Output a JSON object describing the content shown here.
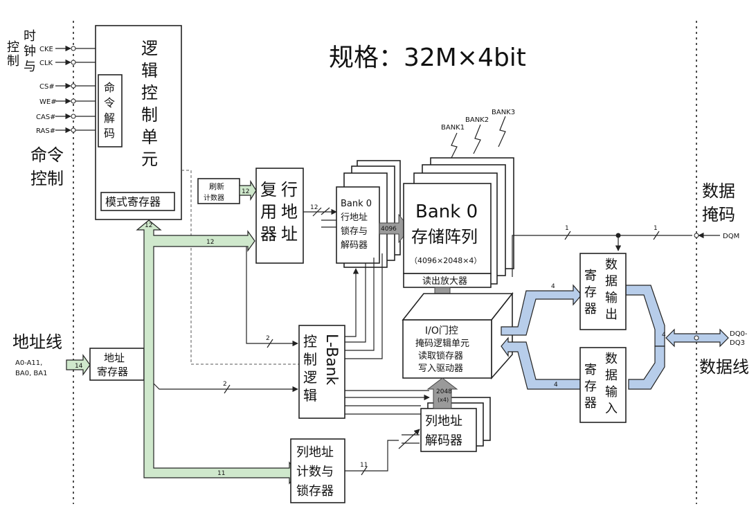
{
  "title": "规格：32M×4bit",
  "left_signals": {
    "clock_group_label": [
      "时",
      "钟",
      "与"
    ],
    "control_label": [
      "控",
      "制"
    ],
    "clock_pins": [
      "CKE",
      "CLK"
    ],
    "cmd_pins": [
      "CS#",
      "WE#",
      "CAS#",
      "RAS#"
    ],
    "command_control_label": [
      "命令",
      "控制"
    ],
    "address_line_label": "地址线",
    "address_pins": [
      "A0-A11,",
      "BA0, BA1"
    ]
  },
  "logic_unit": {
    "title_chars": [
      "逻",
      "辑",
      "控",
      "制",
      "单",
      "元"
    ],
    "decoder_chars": [
      "命",
      "令",
      "解",
      "码"
    ],
    "mode_register": "模式寄存器"
  },
  "refresh_counter": [
    "刷新",
    "计数器"
  ],
  "row_mux": {
    "left": [
      "复",
      "用",
      "器"
    ],
    "right": [
      "行",
      "地",
      "址"
    ]
  },
  "row_latch": [
    "Bank 0",
    "行地址",
    "锁存与",
    "解码器"
  ],
  "banks": {
    "labels": [
      "BANK1",
      "BANK2",
      "BANK3"
    ],
    "main_title": "Bank 0",
    "main_sub": "存储阵列",
    "dims": "（4096×2048×4）",
    "sense_amp": "读出放大器"
  },
  "io_gating": [
    "I/O门控",
    "掩码逻辑单元",
    "读取锁存器",
    "写入驱动器"
  ],
  "bank_control": {
    "left": [
      "控",
      "制",
      "逻",
      "辑"
    ],
    "right": "L-Bank"
  },
  "address_register": [
    "地址",
    "寄存器"
  ],
  "col_counter": [
    "列地址",
    "计数与",
    "锁存器"
  ],
  "col_decoder": [
    "列地址",
    "解码器"
  ],
  "col_width": [
    "2048",
    "(x4)"
  ],
  "data_out": {
    "left": [
      "寄",
      "存",
      "器"
    ],
    "right": [
      "数",
      "据",
      "输",
      "出"
    ]
  },
  "data_in": {
    "left": [
      "寄",
      "存",
      "器"
    ],
    "right": [
      "数",
      "据",
      "输",
      "入"
    ]
  },
  "right_labels": {
    "mask": [
      "数据",
      "掩码"
    ],
    "dqm": "DQM",
    "dq": [
      "DQ0-",
      "DQ3"
    ],
    "data_line": "数据线"
  },
  "bus_widths": {
    "addr_in": "14",
    "refresh": "12",
    "row_mux_out": "12",
    "mode_out": "12",
    "main_bus": "12",
    "row_bits": "4096",
    "amp_bits": "4096",
    "bank_sel": "2",
    "bank_sel2": "2",
    "col_out": "11",
    "col_bus": "11",
    "dqm_a": "1",
    "dqm_b": "1",
    "out_reg": "4",
    "in_reg": "4",
    "dq_bus": "4"
  }
}
